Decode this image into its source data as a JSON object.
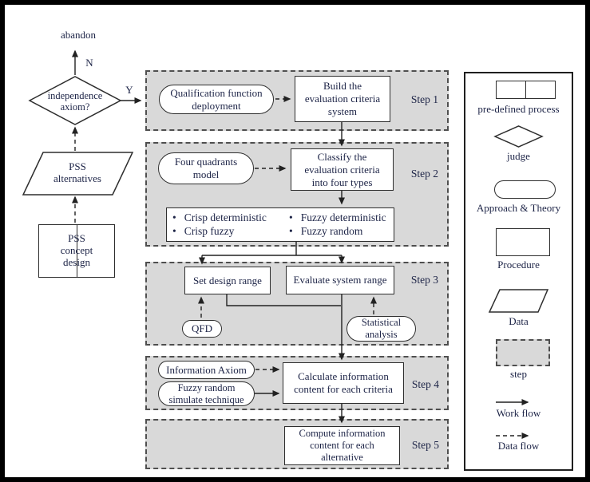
{
  "flow": {
    "abandon_label": "abandon",
    "no_label": "N",
    "yes_label": "Y",
    "decision_label": "independence\naxiom?",
    "alternatives_label": "PSS\nalternatives",
    "concept_label": "PSS\nconcept\ndesign"
  },
  "steps": [
    {
      "label": "Step 1",
      "approach": "Qualification function\ndeployment",
      "procedure": "Build the\nevaluation criteria\nsystem"
    },
    {
      "label": "Step 2",
      "approach": "Four quadrants\nmodel",
      "procedure": "Classify the\nevaluation criteria\ninto four types",
      "criteria_left": [
        "Crisp deterministic",
        "Crisp fuzzy"
      ],
      "criteria_right": [
        "Fuzzy deterministic",
        "Fuzzy random"
      ]
    },
    {
      "label": "Step 3",
      "procedure_left": "Set design range",
      "procedure_right": "Evaluate system range",
      "approach_left": "QFD",
      "approach_right": "Statistical\nanalysis"
    },
    {
      "label": "Step 4",
      "approach_top": "Information Axiom",
      "approach_bottom": "Fuzzy random\nsimulate technique",
      "procedure": "Calculate information\ncontent for each criteria"
    },
    {
      "label": "Step 5",
      "procedure": "Compute information\ncontent for each\nalternative"
    }
  ],
  "legend": {
    "predefined_process": "pre-defined process",
    "judge": "judge",
    "approach": "Approach & Theory",
    "procedure": "Procedure",
    "data": "Data",
    "step": "step",
    "work_flow": "Work flow",
    "data_flow": "Data flow"
  },
  "colors": {
    "step_fill": "#d9d9d9",
    "line": "#222222",
    "shape_border": "#2e2e2e",
    "text": "#1c2346"
  }
}
